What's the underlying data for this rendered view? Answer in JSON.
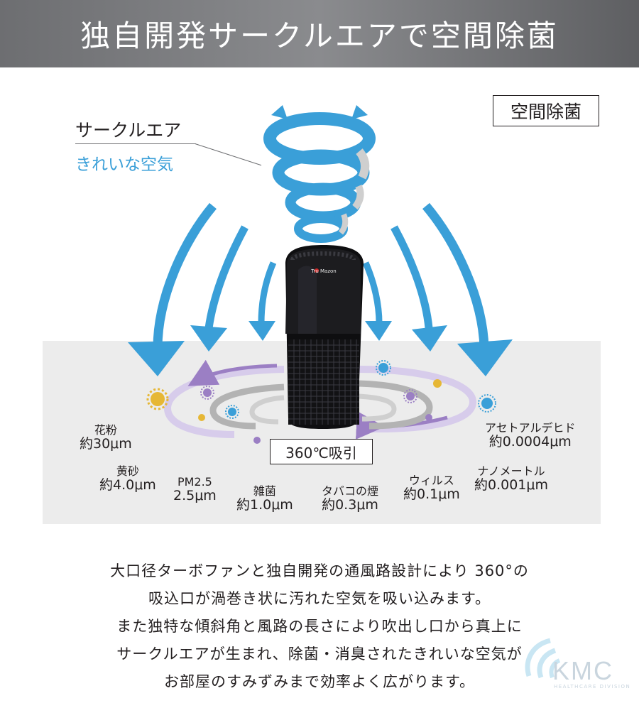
{
  "header": {
    "title": "独自開発サークルエアで空間除菌"
  },
  "badge": {
    "label": "空間除菌"
  },
  "labels": {
    "circle_air": "サークルエア",
    "clean_air": "きれいな空気"
  },
  "device": {
    "brand": "Tru Mazon"
  },
  "intake": {
    "label": "360℃吸引"
  },
  "particles": [
    {
      "name": "花粉",
      "size": "約30μm"
    },
    {
      "name": "黄砂",
      "size": "約4.0μm"
    },
    {
      "name": "PM2.5",
      "size": "2.5μm"
    },
    {
      "name": "雑菌",
      "size": "約1.0μm"
    },
    {
      "name": "タバコの煙",
      "size": "約0.3μm"
    },
    {
      "name": "ウィルス",
      "size": "約0.1μm"
    },
    {
      "name": "ナノメートル",
      "size": "約0.001μm"
    },
    {
      "name": "アセトアルデヒド",
      "size": "約0.0004μm"
    }
  ],
  "description": [
    "大口径ターボファンと独自開発の通風路設計により 360°の",
    "吸込口が渦巻き状に汚れた空気を吸い込みます。",
    "また独特な傾斜角と風路の長さにより吹出し口から真上に",
    "サークルエアが生まれ、除菌・消臭されたきれいな空気が",
    "お部屋のすみずみまで効率よく広がります。"
  ],
  "logo": {
    "name": "KMC",
    "sub": "HEALTHCARE DIVISION"
  },
  "colors": {
    "blue": "#3a9fd8",
    "purple": "#9b7fc4",
    "gray": "#b3b3b3",
    "panel": "#ececec",
    "header": "#6d6e71"
  }
}
